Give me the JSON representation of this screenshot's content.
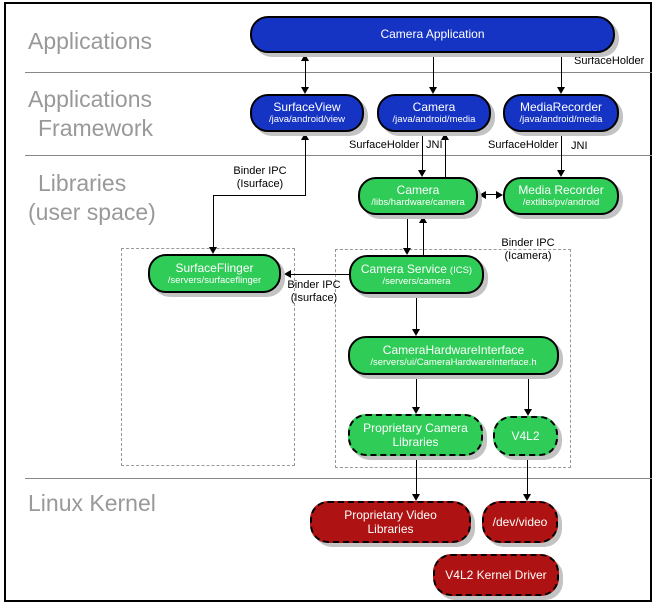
{
  "layers": {
    "applications": [
      "Applications"
    ],
    "framework": [
      "Applications",
      "Framework"
    ],
    "libraries": [
      "Libraries",
      "(user space)"
    ],
    "kernel": [
      "Linux Kernel"
    ]
  },
  "nodes": {
    "camera_application": {
      "title": "Camera Application"
    },
    "surface_view": {
      "title": "SurfaceView",
      "path": "/java/android/view"
    },
    "camera_framework": {
      "title": "Camera",
      "path": "/java/android/media"
    },
    "media_recorder_framework": {
      "title": "MediaRecorder",
      "path": "/java/android/media"
    },
    "camera_library": {
      "title": "Camera",
      "path": "/libs/hardware/camera"
    },
    "media_recorder_library": {
      "title": "Media Recorder",
      "path": "/extlibs/pv/android"
    },
    "surface_flinger": {
      "title": "SurfaceFlinger",
      "path": "/servers/surfaceflinger"
    },
    "camera_service": {
      "title": "Camera Service",
      "title_suffix": "(ICS)",
      "path": "/servers/camera"
    },
    "camera_hardware_interface": {
      "title": "CameraHardwareInterface",
      "path": "/servers/ui/CameraHardwareInterface.h"
    },
    "proprietary_camera_libraries": {
      "title": "Proprietary Camera Libraries"
    },
    "v4l2": {
      "title": "V4L2"
    },
    "proprietary_video_libraries": {
      "title": "Proprietary Video Libraries"
    },
    "dev_video": {
      "title": "/dev/video"
    },
    "v4l2_kernel_driver": {
      "title": "V4L2 Kernel Driver"
    }
  },
  "edges": {
    "surfaceholder_app": "SurfaceHolder",
    "surfaceholder_camera": "SurfaceHolder",
    "jni_camera": "JNI",
    "surfaceholder_mediarecorder": "SurfaceHolder",
    "jni_mediarecorder": "JNI",
    "binder_surfaceview": [
      "Binder IPC",
      "(Isurface)"
    ],
    "binder_surfaceflinger": [
      "Binder IPC",
      "(Isurface)"
    ],
    "binder_camera": [
      "Binder IPC",
      "(Icamera)"
    ]
  },
  "colors": {
    "framework_blue": "#1634C4",
    "library_green": "#2FCC58",
    "kernel_red": "#AE1212",
    "layer_label_gray": "#999999",
    "shadow_gray": "#C3C3C3"
  }
}
